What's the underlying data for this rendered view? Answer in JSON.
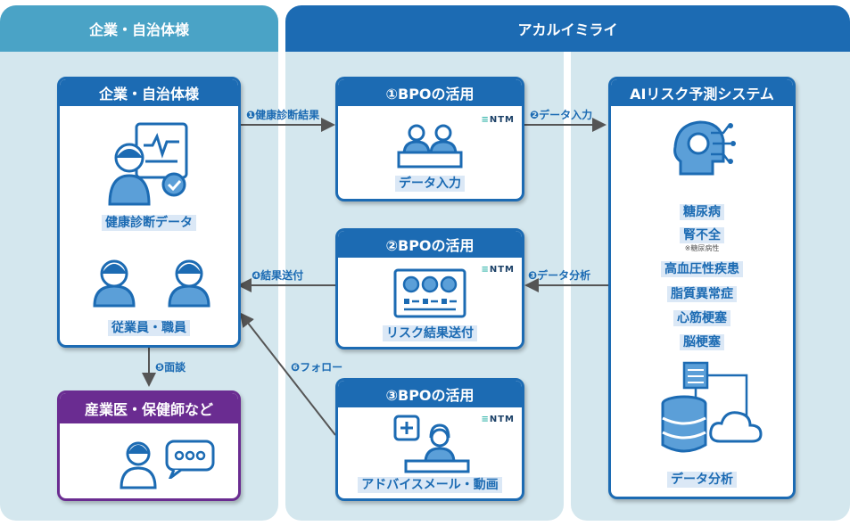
{
  "columns": {
    "left_header": "企業・自治体様",
    "right_header": "アカルイミライ"
  },
  "company_card": {
    "title": "企業・自治体様",
    "health_data_label": "健康診断データ",
    "employees_label": "従業員・職員"
  },
  "doctor_card": {
    "title": "産業医・保健師など"
  },
  "bpo1": {
    "title": "①BPOの活用",
    "logo": "NTM",
    "caption": "データ入力"
  },
  "bpo2": {
    "title": "②BPOの活用",
    "logo": "NTM",
    "caption": "リスク結果送付"
  },
  "bpo3": {
    "title": "③BPOの活用",
    "logo": "NTM",
    "caption": "アドバイスメール・動画"
  },
  "ai_system": {
    "title": "AIリスク予測システム",
    "diseases": [
      "糖尿病",
      "腎不全",
      "高血圧性疾患",
      "脂質異常症",
      "心筋梗塞",
      "脳梗塞"
    ],
    "kidney_note": "※糖尿病性",
    "analysis_label": "データ分析"
  },
  "arrows": {
    "a1": "❶健康診断結果",
    "a2": "❷データ入力",
    "a3": "❸データ分析",
    "a4": "❹結果送付",
    "a5": "❺面談",
    "a6": "❻フォロー"
  },
  "colors": {
    "primary": "#1c6bb3",
    "purple": "#6a2c91",
    "panel": "#d4e7ee",
    "left_header": "#4aa3c6"
  }
}
